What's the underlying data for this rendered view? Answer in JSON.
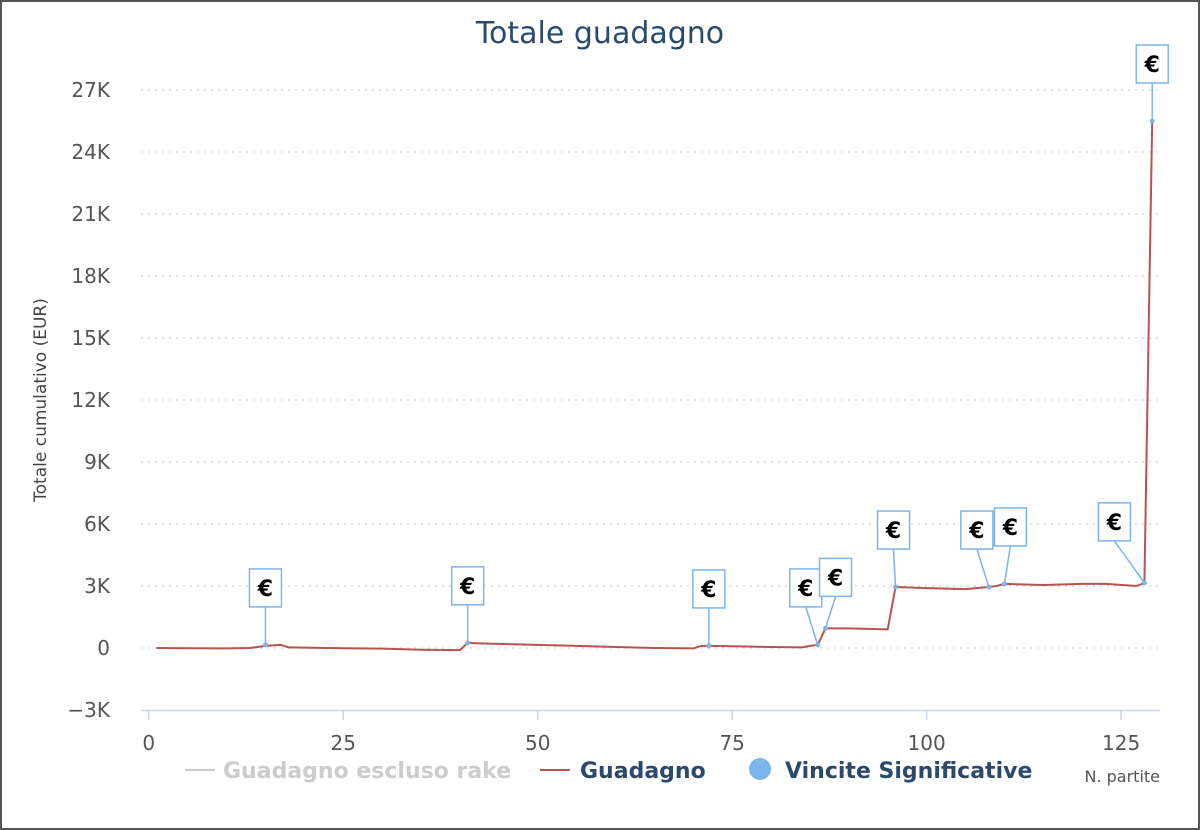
{
  "chart_data": {
    "type": "line",
    "title": "Totale guadagno",
    "xlabel": "N. partite",
    "ylabel": "Totale cumulativo (EUR)",
    "xlim": [
      -1,
      130
    ],
    "ylim": [
      -3000,
      27000
    ],
    "x_ticks": [
      0,
      25,
      50,
      75,
      100,
      125
    ],
    "x_tick_labels": [
      "0",
      "25",
      "50",
      "75",
      "100",
      "125"
    ],
    "y_ticks": [
      -3000,
      0,
      3000,
      6000,
      9000,
      12000,
      15000,
      18000,
      21000,
      24000,
      27000
    ],
    "y_tick_labels": [
      "−3K",
      "0",
      "3K",
      "6K",
      "9K",
      "12K",
      "15K",
      "18K",
      "21K",
      "24K",
      "27K"
    ],
    "grid": "horizontal dotted",
    "legend_position": "bottom",
    "colors": {
      "guadagno": "#b85450",
      "escluso_rake": "#cccccc",
      "vincite": "#7cb5ec",
      "title": "#2b4a6b",
      "legend_active": "#2b4a6b",
      "legend_hidden": "#cccccc"
    },
    "series": [
      {
        "name": "Guadagno",
        "x": [
          1,
          5,
          10,
          13,
          15,
          17,
          18,
          20,
          25,
          30,
          35,
          40,
          41,
          42,
          45,
          50,
          55,
          60,
          65,
          70,
          71,
          72,
          75,
          80,
          84,
          85,
          86,
          87,
          90,
          95,
          96,
          100,
          105,
          108,
          109,
          110,
          115,
          120,
          123,
          127,
          128,
          129
        ],
        "y": [
          0,
          -10,
          -20,
          0,
          100,
          150,
          30,
          20,
          -10,
          -30,
          -80,
          -100,
          250,
          230,
          200,
          150,
          100,
          50,
          0,
          -20,
          100,
          100,
          80,
          50,
          30,
          100,
          150,
          950,
          950,
          900,
          2950,
          2900,
          2850,
          2950,
          3000,
          3100,
          3050,
          3100,
          3100,
          3000,
          3150,
          25500
        ]
      },
      {
        "name": "Guadagno escluso rake",
        "hidden": true,
        "x": [],
        "y": []
      },
      {
        "name": "Vincite Significative",
        "type": "flags",
        "flag_text": "€",
        "x": [
          15,
          41,
          72,
          86,
          87,
          96,
          108,
          110,
          128,
          129
        ],
        "y": [
          150,
          250,
          100,
          150,
          950,
          2950,
          2950,
          3100,
          3150,
          25500
        ]
      }
    ]
  }
}
